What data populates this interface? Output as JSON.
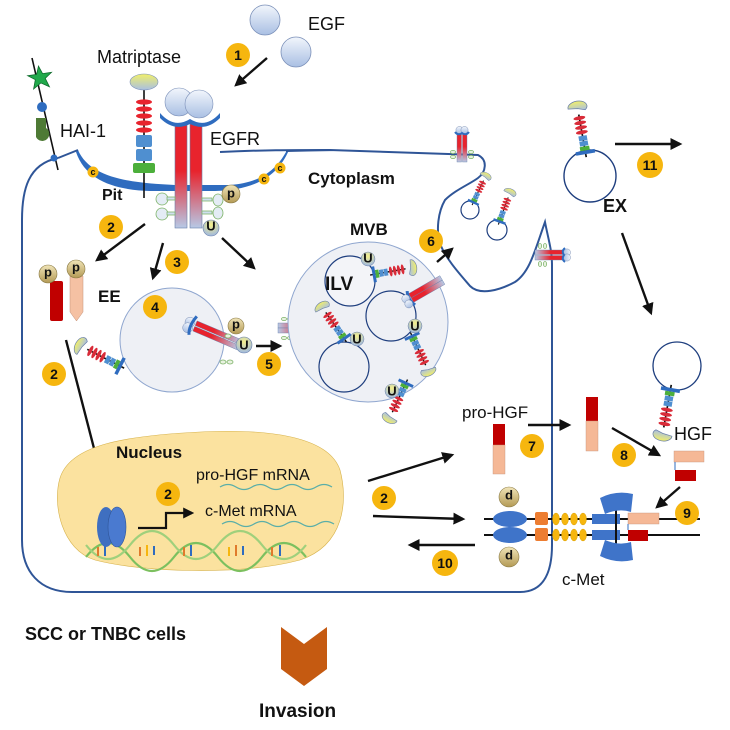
{
  "diagram": {
    "labels": {
      "egf": "EGF",
      "matriptase": "Matriptase",
      "hai1": "HAI-1",
      "egfr": "EGFR",
      "pit": "Pit",
      "cytoplasm": "Cytoplasm",
      "ee": "EE",
      "mvb": "MVB",
      "ilv": "ILV",
      "ex": "EX",
      "nucleus": "Nucleus",
      "pro_hgf_mrna": "pro-HGF mRNA",
      "c_met_mrna": "c-Met mRNA",
      "pro_hgf": "pro-HGF",
      "hgf": "HGF",
      "c_met": "c-Met",
      "cell_type": "SCC or TNBC cells",
      "invasion": "Invasion"
    },
    "markers": {
      "phospho": "p",
      "ubiquitin": "U",
      "clathrin": "c"
    },
    "steps": [
      "1",
      "2",
      "3",
      "4",
      "5",
      "6",
      "7",
      "8",
      "9",
      "10",
      "11"
    ],
    "colors": {
      "membrane": "#2f5597",
      "step_badge": "#f6b60f",
      "nucleus_fill": "#fbe29f",
      "vesicle_fill": "#eef0f5",
      "receptor_red": "#e8232d",
      "receptor_blue": "#b7c9e6",
      "hgf_dark": "#c00000",
      "hgf_light": "#f5b896",
      "invasion_arrow": "#c55a11"
    }
  }
}
